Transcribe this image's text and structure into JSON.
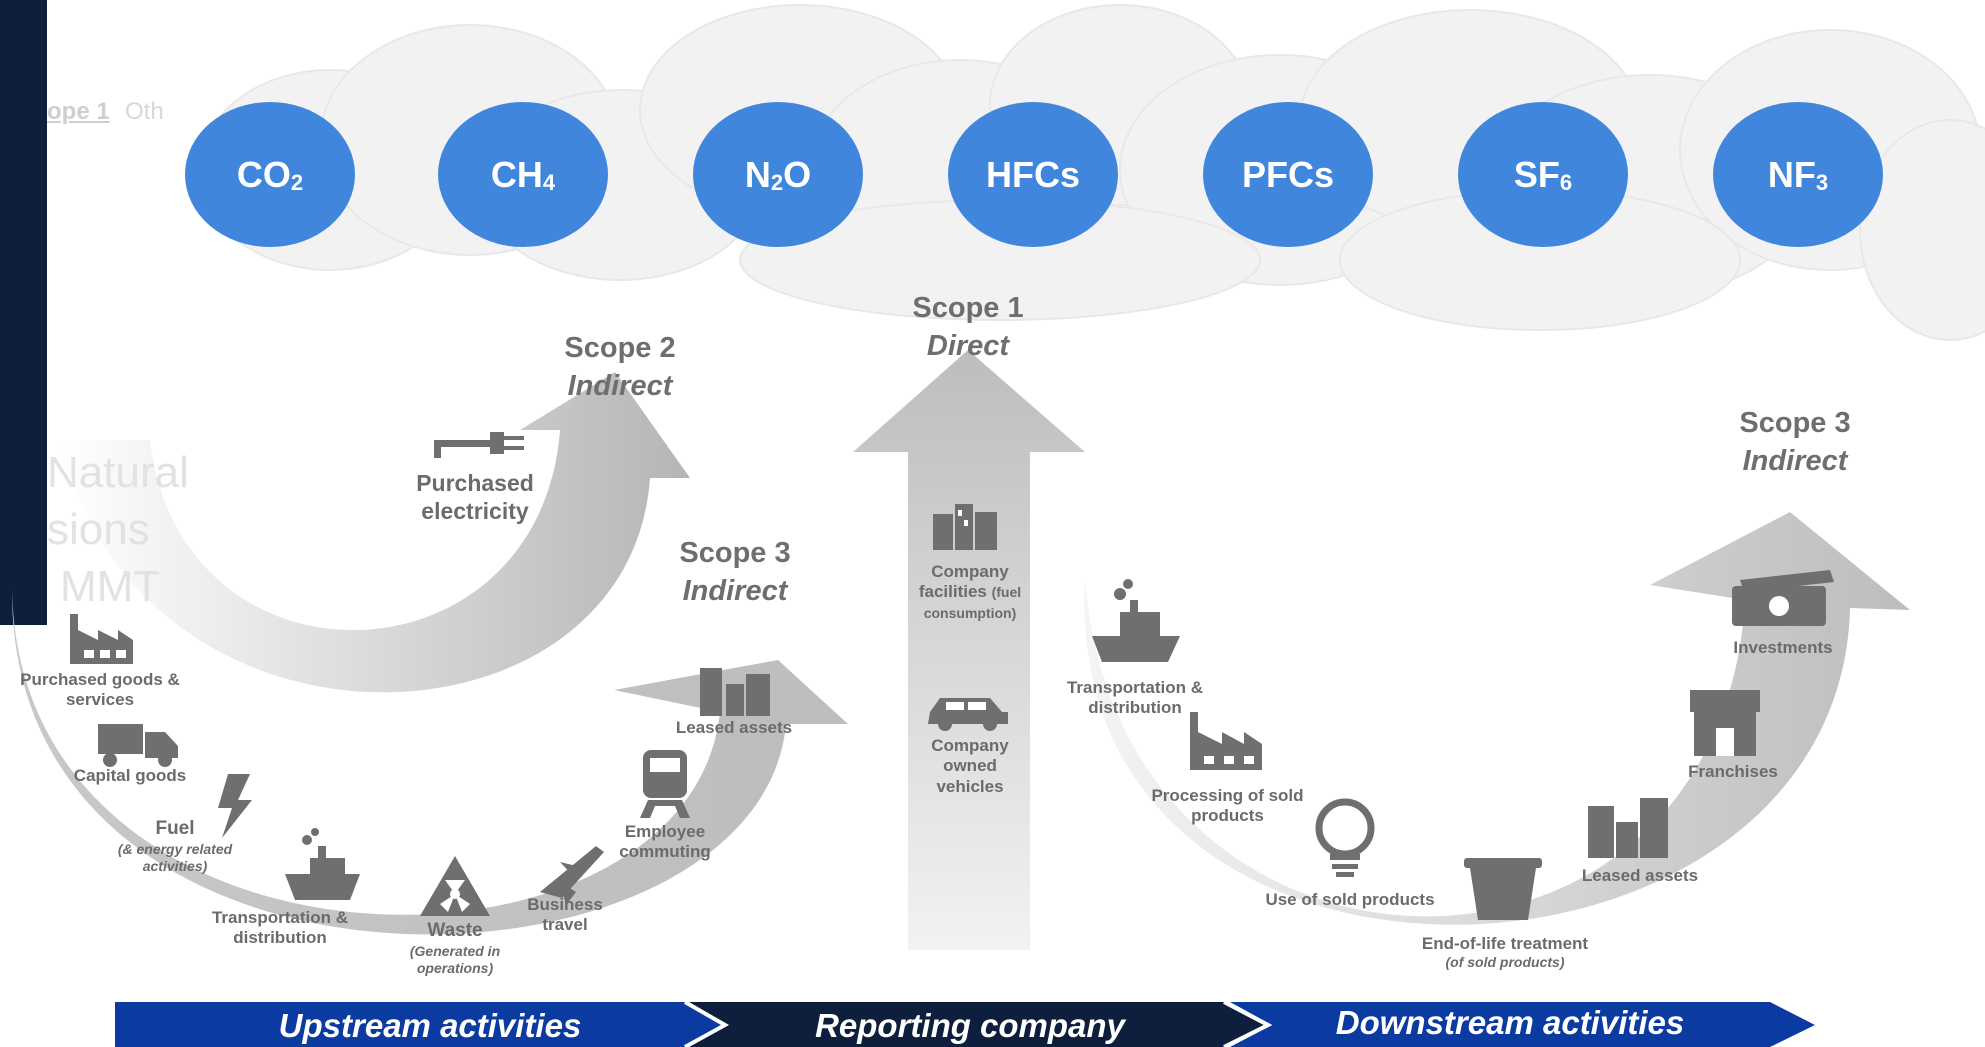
{
  "gases": [
    {
      "base": "CO",
      "sub": "2"
    },
    {
      "base": "CH",
      "sub": "4"
    },
    {
      "base": "N",
      "sub": "2",
      "tail": "O"
    },
    {
      "base": "HFCs",
      "sub": ""
    },
    {
      "base": "PFCs",
      "sub": ""
    },
    {
      "base": "SF",
      "sub": "6"
    },
    {
      "base": "NF",
      "sub": "3"
    }
  ],
  "scope1": {
    "title": "Scope 1",
    "subtitle": "Direct"
  },
  "scope2": {
    "title": "Scope 2",
    "subtitle": "Indirect"
  },
  "scope3_up": {
    "title": "Scope 3",
    "subtitle": "Indirect"
  },
  "scope3_down": {
    "title": "Scope 3",
    "subtitle": "Indirect"
  },
  "scope2_items": {
    "purchased_electricity": "Purchased electricity"
  },
  "scope1_items": {
    "facilities": "Company facilities",
    "facilities_note": "(fuel consumption)",
    "vehicles": "Company owned vehicles"
  },
  "upstream_items": {
    "purchased_goods": "Purchased goods & services",
    "capital_goods": "Capital goods",
    "fuel": "Fuel",
    "fuel_note": "(& energy related activities)",
    "transport": "Transportation & distribution",
    "waste": "Waste",
    "waste_note": "(Generated in operations)",
    "business_travel": "Business travel",
    "commuting": "Employee commuting",
    "leased_assets": "Leased assets"
  },
  "downstream_items": {
    "transport": "Transportation & distribution",
    "processing": "Processing of sold products",
    "use": "Use of sold products",
    "eol": "End-of-life treatment",
    "eol_note": "(of sold products)",
    "leased_assets": "Leased assets",
    "franchises": "Franchises",
    "investments": "Investments"
  },
  "banner": {
    "upstream": "Upstream activities",
    "reporting": "Reporting company",
    "downstream": "Downstream activities"
  },
  "ghost_text": {
    "scope_frag": "ope 1",
    "other_frag": "Oth",
    "natural": "Natural",
    "sions": "sions",
    "mmt": "MMT"
  },
  "colors": {
    "gas_blue": "#3f86dc",
    "banner_blue": "#0b3aa0",
    "banner_dark": "#0d1f3c",
    "icon_gray": "#6f6f6f",
    "label_gray": "#6b6b6b",
    "cloud": "#f1f1f1"
  }
}
